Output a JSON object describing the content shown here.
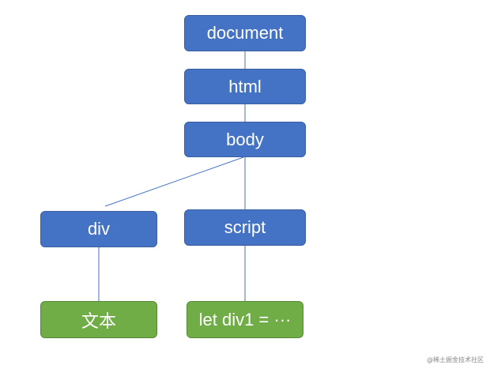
{
  "nodes": {
    "document": "document",
    "html": "html",
    "body": "body",
    "div": "div",
    "script": "script",
    "text": "文本",
    "let": "let div1 = ···"
  },
  "colors": {
    "element_node": "#4472c4",
    "text_node": "#70ad47",
    "connector": "#4472c4"
  },
  "watermark": "@稀土掘金技术社区"
}
